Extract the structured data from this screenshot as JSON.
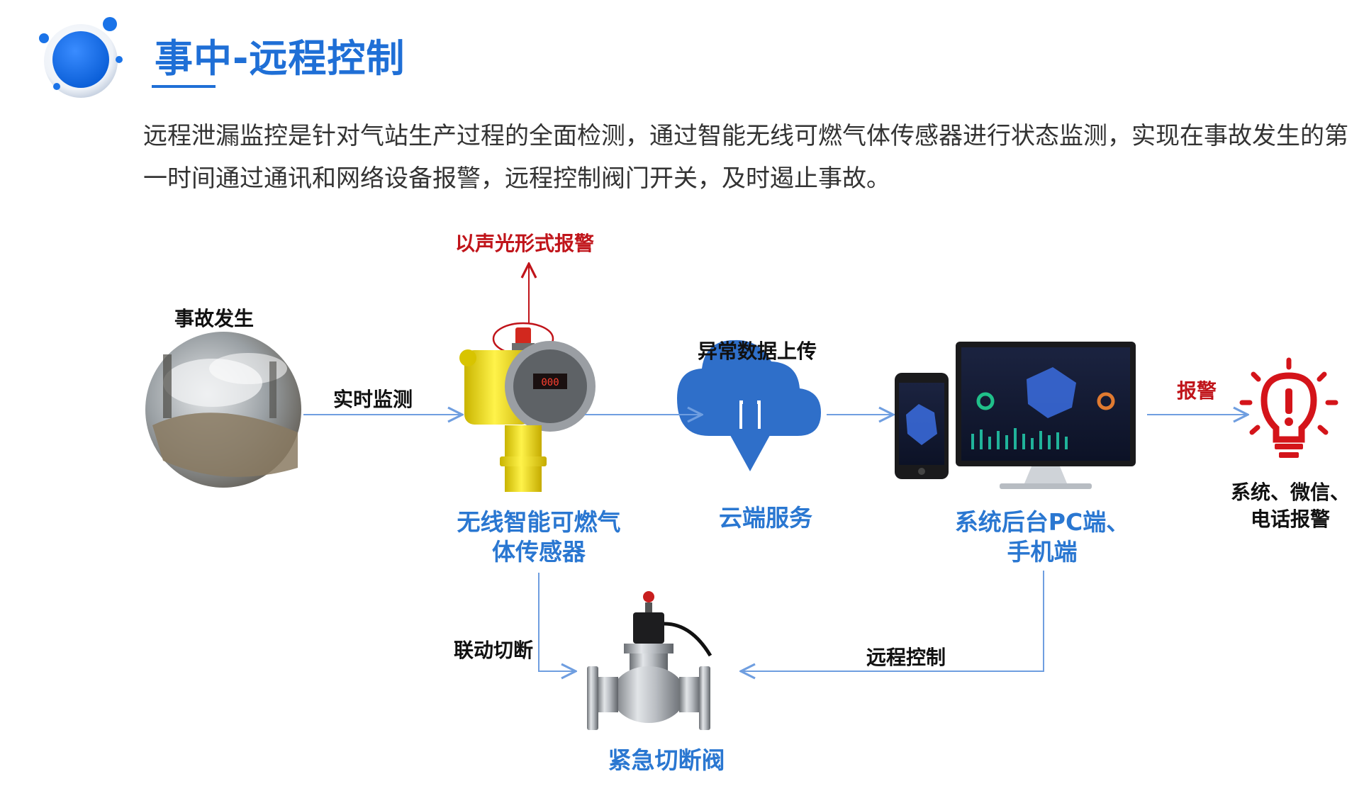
{
  "header": {
    "title": "事中-远程控制",
    "accent": "#1f6fd6"
  },
  "description": "远程泄漏监控是针对气站生产过程的全面检测，通过智能无线可燃气体传感器进行状态监测，实现在事故发生的第一时间通过通讯和网络设备报警，远程控制阀门开关，及时遏止事故。",
  "nodes": {
    "incident": "事故发生",
    "sensor_line1": "无线智能可燃气",
    "sensor_line2": "体传感器",
    "cloud": "云端服务",
    "backend_line1": "系统后台PC端、",
    "backend_line2": "手机端",
    "alarm_line1": "系统、微信、",
    "alarm_line2": "电话报警",
    "valve": "紧急切断阀"
  },
  "edges": {
    "realtime_monitor": "实时监测",
    "audio_visual_alarm": "以声光形式报警",
    "abnormal_upload": "异常数据上传",
    "alarm": "报警",
    "linked_cutoff": "联动切断",
    "remote_control": "远程控制"
  },
  "colors": {
    "line": "#6f9ee0",
    "red": "#c0141a",
    "blue_label": "#2a77d1",
    "cloud": "#2f6fc9"
  }
}
